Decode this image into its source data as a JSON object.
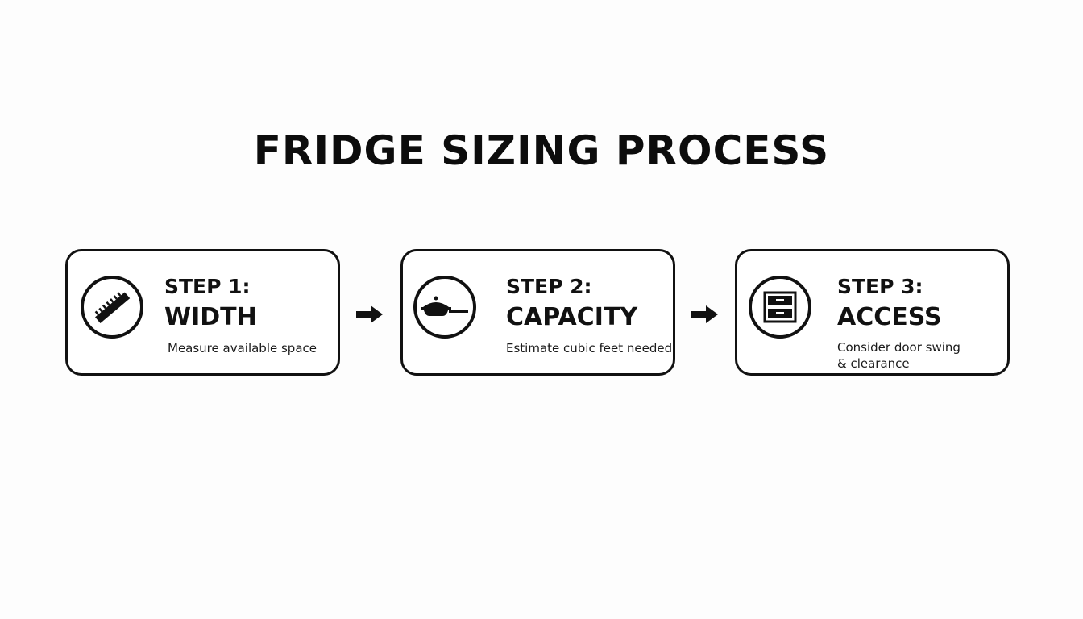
{
  "title": "FRIDGE SIZING PROCESS",
  "steps": [
    {
      "label": "STEP 1:",
      "name": "WIDTH",
      "description": "Measure available space",
      "icon": "ruler-icon"
    },
    {
      "label": "STEP 2:",
      "name": "CAPACITY",
      "description": "Estimate cubic feet needed",
      "icon": "pan-icon"
    },
    {
      "label": "STEP 3:",
      "name": "ACCESS",
      "description_line1": "Consider door swing",
      "description_line2": "& clearance",
      "icon": "drawer-cabinet-icon"
    }
  ],
  "connectors": [
    "arrow-right",
    "arrow-right"
  ]
}
